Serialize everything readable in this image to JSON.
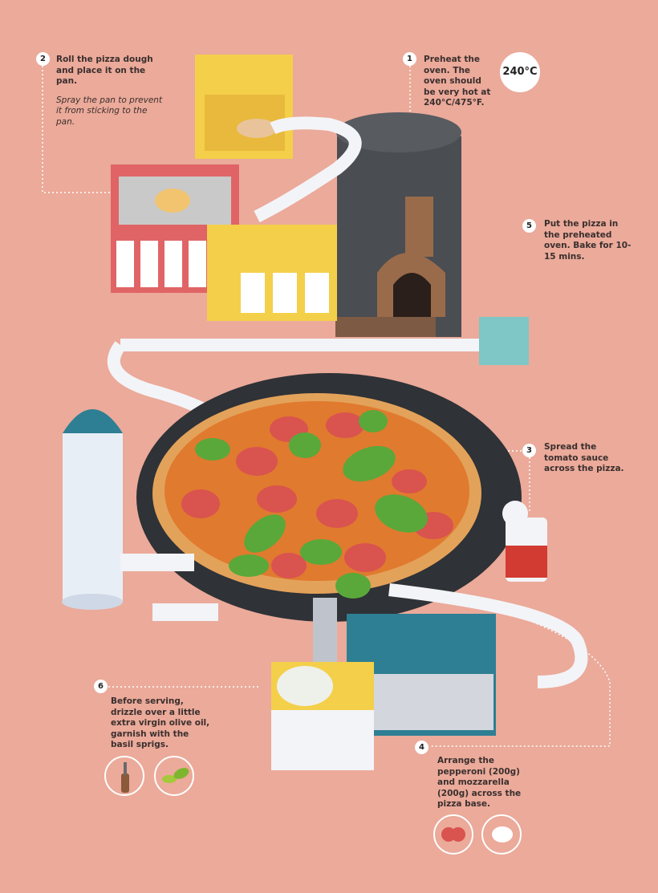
{
  "colors": {
    "background": "#EBAA9A",
    "oven": "#4a4d52",
    "pan": "#2f3236",
    "teal": "#2e7f93",
    "yellow": "#f4cf4a",
    "red": "#e06466",
    "crust": "#e3a25a",
    "pepperoni": "#d9534f",
    "basil": "#5aa83a"
  },
  "temperature_badge": "240°C",
  "steps": [
    {
      "number": "1",
      "text": "Preheat the oven. The oven should be very hot at 240°C/475°F."
    },
    {
      "number": "2",
      "text": "Roll the pizza dough and place it on the pan.",
      "note": "Spray the pan to prevent it from sticking to the pan."
    },
    {
      "number": "3",
      "text": "Spread the tomato sauce across the pizza."
    },
    {
      "number": "4",
      "text": "Arrange the pepperoni (200g) and mozzarella (200g) across the pizza base.",
      "icons": [
        "pepperoni-icon",
        "mozzarella-icon"
      ]
    },
    {
      "number": "5",
      "text": "Put the pizza in the preheated oven. Bake for 10-15 mins."
    },
    {
      "number": "6",
      "text": "Before serving, drizzle over a little extra virgin olive oil, garnish with the basil sprigs.",
      "icons": [
        "olive-oil-bottle-icon",
        "basil-leaf-icon"
      ]
    }
  ]
}
